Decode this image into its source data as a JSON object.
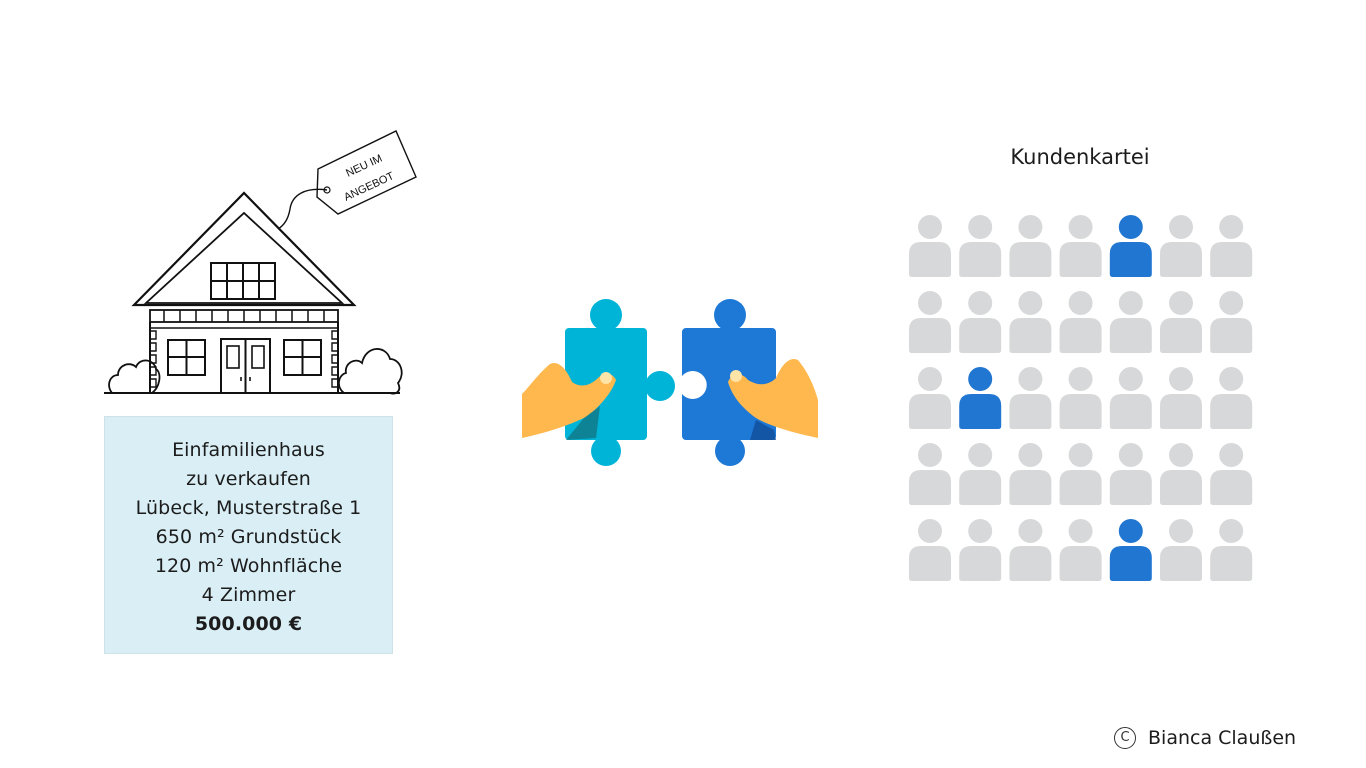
{
  "tag": {
    "line1": "NEU IM",
    "line2": "ANGEBOT"
  },
  "listing": {
    "lines": [
      "Einfamilienhaus",
      "zu verkaufen",
      "Lübeck, Musterstraße 1",
      "650 m² Grundstück",
      "120 m² Wohnfläche",
      "4 Zimmer"
    ],
    "price": "500.000 €"
  },
  "customers": {
    "title": "Kundenkartei",
    "rows": 5,
    "cols": 7,
    "highlighted": [
      [
        0,
        4
      ],
      [
        2,
        1
      ],
      [
        4,
        4
      ]
    ],
    "colors": {
      "default": "#d7d8d9",
      "highlight": "#2176d2"
    }
  },
  "puzzle": {
    "left_color": "#00b4d8",
    "right_color": "#1e78d6",
    "hand_color": "#ffb84d"
  },
  "copyright": {
    "symbol": "C",
    "name": "Bianca Claußen"
  }
}
